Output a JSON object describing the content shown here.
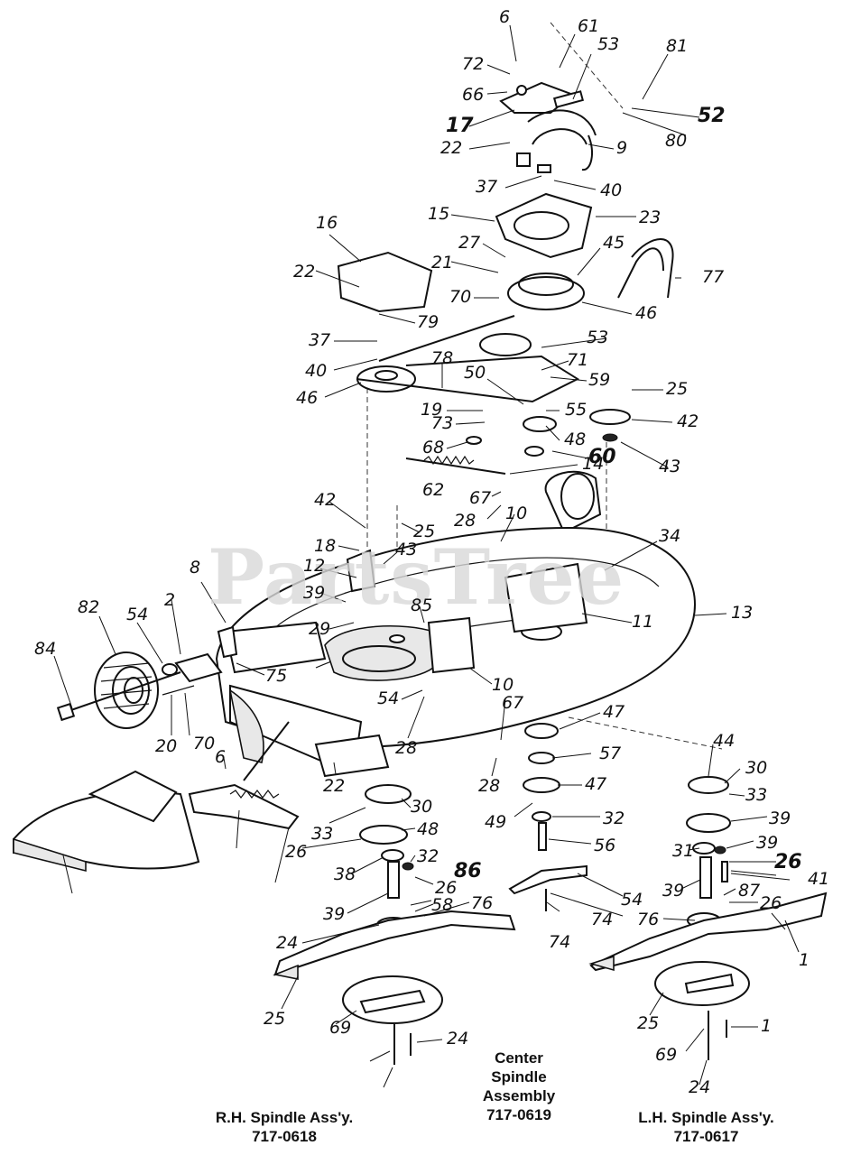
{
  "watermark": "PartsTree",
  "callouts": [
    "6",
    "61",
    "53",
    "81",
    "72",
    "66",
    "17",
    "52",
    "22",
    "9",
    "80",
    "37",
    "40",
    "15",
    "23",
    "16",
    "27",
    "21",
    "45",
    "77",
    "22",
    "70",
    "79",
    "46",
    "37",
    "53",
    "71",
    "40",
    "59",
    "78",
    "50",
    "46",
    "25",
    "19",
    "55",
    "42",
    "73",
    "48",
    "60",
    "68",
    "43",
    "14",
    "62",
    "67",
    "42",
    "25",
    "28",
    "10",
    "34",
    "18",
    "43",
    "12",
    "8",
    "39",
    "85",
    "29",
    "82",
    "54",
    "2",
    "84",
    "75",
    "11",
    "13",
    "10",
    "54",
    "67",
    "47",
    "28",
    "20",
    "70",
    "6",
    "44",
    "30",
    "57",
    "22",
    "28",
    "47",
    "33",
    "30",
    "33",
    "48",
    "49",
    "32",
    "39",
    "26",
    "32",
    "39",
    "56",
    "31",
    "26",
    "38",
    "86",
    "41",
    "26",
    "39",
    "87",
    "26",
    "39",
    "58",
    "76",
    "54",
    "76",
    "74",
    "24",
    "74",
    "1",
    "25",
    "1",
    "25",
    "69",
    "24",
    "69",
    "24"
  ],
  "captions": {
    "rh": [
      "R.H. Spindle Ass'y.",
      "717-0618"
    ],
    "center": [
      "Center",
      "Spindle",
      "Assembly",
      "717-0619"
    ],
    "lh": [
      "L.H. Spindle Ass'y.",
      "717-0617"
    ]
  }
}
